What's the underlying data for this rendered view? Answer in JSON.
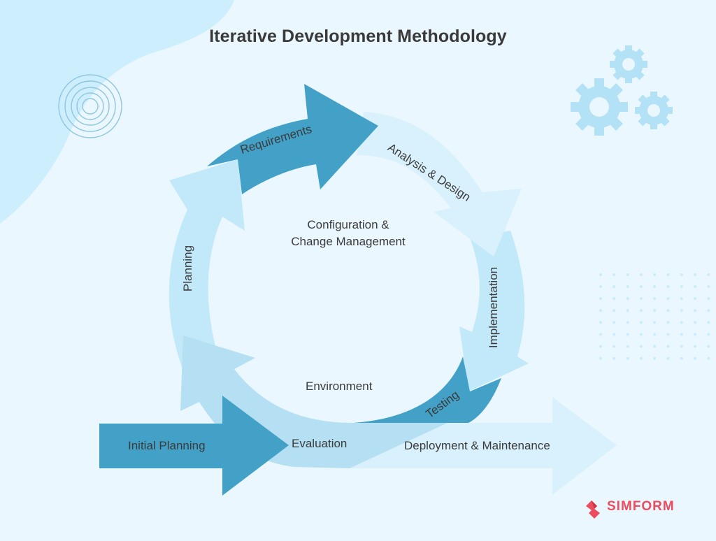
{
  "title": "Iterative Development Methodology",
  "colors": {
    "background": "#eaf7fe",
    "blob": "#cdeefd",
    "dark_arrow": "#43a1c7",
    "light_arrow": "#c2e9fa",
    "lighter_arrow": "#d9f1fd",
    "mid_arrow": "#b5dff2",
    "decor": "#b3e1f6",
    "text": "#3b3b3b",
    "brand": "#ec4d5e"
  },
  "cycle": {
    "stages": [
      {
        "label": "Requirements"
      },
      {
        "label": "Analysis & Design"
      },
      {
        "label": "Implementation"
      },
      {
        "label": "Testing"
      },
      {
        "label": "Evaluation"
      },
      {
        "label": "Planning"
      }
    ],
    "center_top_line1": "Configuration &",
    "center_top_line2": "Change Management",
    "center_bottom": "Environment"
  },
  "flow": {
    "start_label": "Initial Planning",
    "end_label": "Deployment & Maintenance"
  },
  "decorations": {
    "target_icon": "concentric-circles-icon",
    "gears_icon": "gears-icon",
    "dot_grid": {
      "columns": 9,
      "rows": 8
    }
  },
  "logo": {
    "text": "SIMFORM"
  }
}
